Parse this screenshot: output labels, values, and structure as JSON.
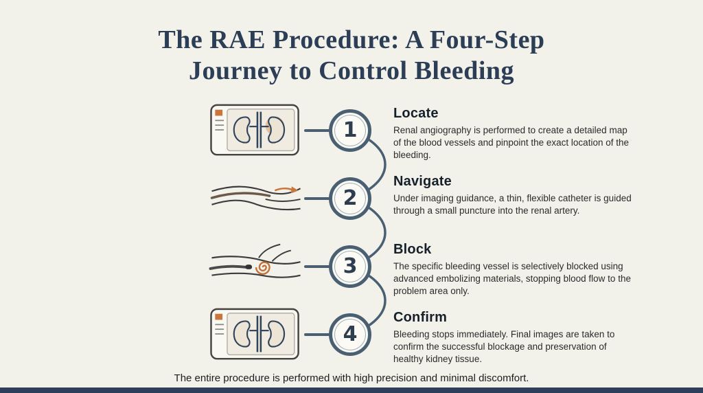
{
  "title": {
    "line1": "The RAE Procedure: A Four-Step",
    "line2": "Journey to Control Bleeding"
  },
  "steps": [
    {
      "number": "1",
      "title": "Locate",
      "description": "Renal angiography is performed to create a detailed map of the blood vessels and pinpoint the exact location of the bleeding.",
      "icon": "angiography-monitor-icon"
    },
    {
      "number": "2",
      "title": "Navigate",
      "description": "Under imaging guidance, a thin, flexible catheter is guided through a small puncture into the renal artery.",
      "icon": "catheter-navigation-icon"
    },
    {
      "number": "3",
      "title": "Block",
      "description": "The specific bleeding vessel is selectively blocked using advanced embolizing materials, stopping blood flow to the problem area only.",
      "icon": "embolization-coil-icon"
    },
    {
      "number": "4",
      "title": "Confirm",
      "description": "Bleeding stops immediately. Final images are taken to confirm the successful blockage and preservation of healthy kidney tissue.",
      "icon": "confirmation-monitor-icon"
    }
  ],
  "footer": "The entire procedure is performed with high precision and minimal discomfort.",
  "colors": {
    "background": "#f2f1ea",
    "title_text": "#2c3d56",
    "circle_ring": "#4a6072",
    "connector_line": "#4a6072",
    "accent_orange": "#c8763b",
    "footer_bar": "#2e3f5c",
    "body_text": "#2b2b2b"
  }
}
